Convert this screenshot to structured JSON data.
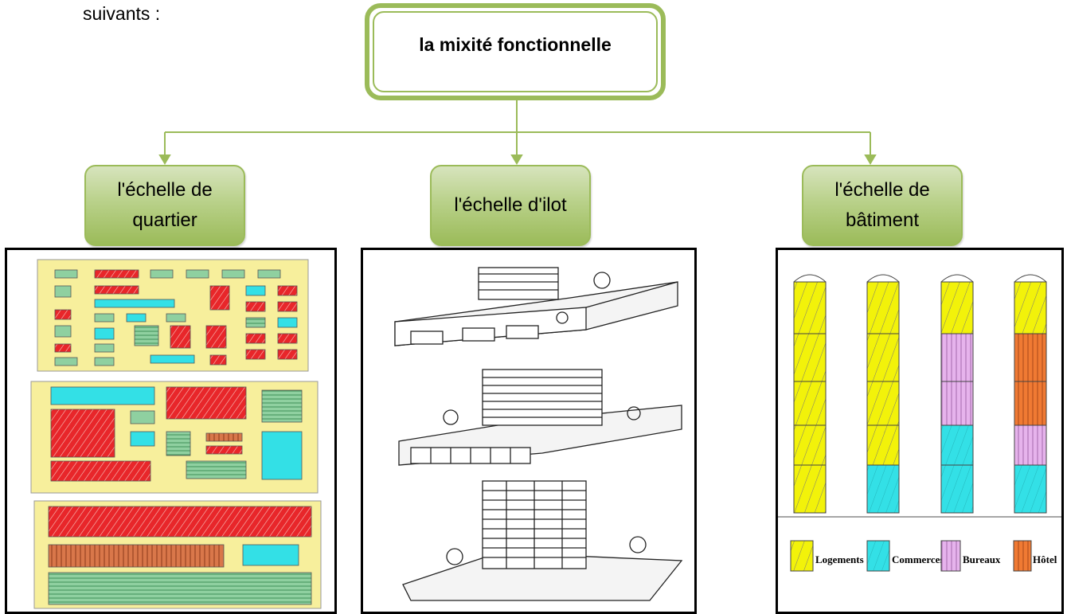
{
  "intro_text": "suivants :",
  "root_node": {
    "label": "la mixité fonctionnelle"
  },
  "levels": [
    {
      "label": "l'échelle de quartier"
    },
    {
      "label": "l'échelle d'ilot"
    },
    {
      "label": "l'échelle de bâtiment"
    }
  ],
  "legend": [
    {
      "label": "Logements",
      "color": "#f2f20a"
    },
    {
      "label": "Commerces",
      "color": "#33e0e6"
    },
    {
      "label": "Bureaux",
      "color": "#e6b3ec"
    },
    {
      "label": "Hôtel",
      "color": "#f07a33"
    }
  ],
  "colors": {
    "accent_green": "#9bbb59",
    "green_fill_light": "#d7e4bd",
    "block_background": "#f7ef9c",
    "housing_red": "#e8262a",
    "office_green": "#8fd0a0"
  }
}
